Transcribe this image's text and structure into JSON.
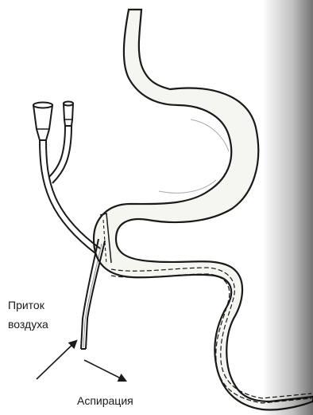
{
  "labels": {
    "air_inflow_line1": "Приток",
    "air_inflow_line2": "воздуха",
    "aspiration": "Аспирация"
  },
  "colors": {
    "ink": "#1a1a1a",
    "paper": "#ffffff",
    "organ_fill": "#f5f5f2"
  },
  "icons": {
    "air_arrow": "arrow-up-right-icon",
    "aspiration_arrow": "arrow-down-right-icon"
  }
}
